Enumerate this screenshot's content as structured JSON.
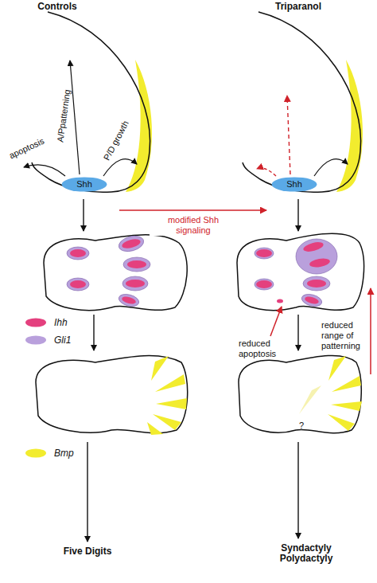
{
  "diagram": {
    "nodes": [
      {
        "text": [
          "Shh"
        ]
      },
      {
        "text": [
          "Shh"
        ]
      }
    ],
    "labels": [
      "Controls",
      "Triparanol",
      "A/Ppatterning",
      "apoptosis",
      "P/D growth",
      "modified Shh signaling",
      "reduced apoptosis",
      "reduced range of patterning",
      "?",
      "Five Digits",
      "Syndactyly Polydactyly"
    ],
    "legend": [
      {
        "text": "Ihh",
        "color": "#e4407e"
      },
      {
        "text": "Gli1",
        "color": "#b9a0dc"
      },
      {
        "text": "Bmp",
        "color": "#f2ec2e"
      }
    ]
  }
}
